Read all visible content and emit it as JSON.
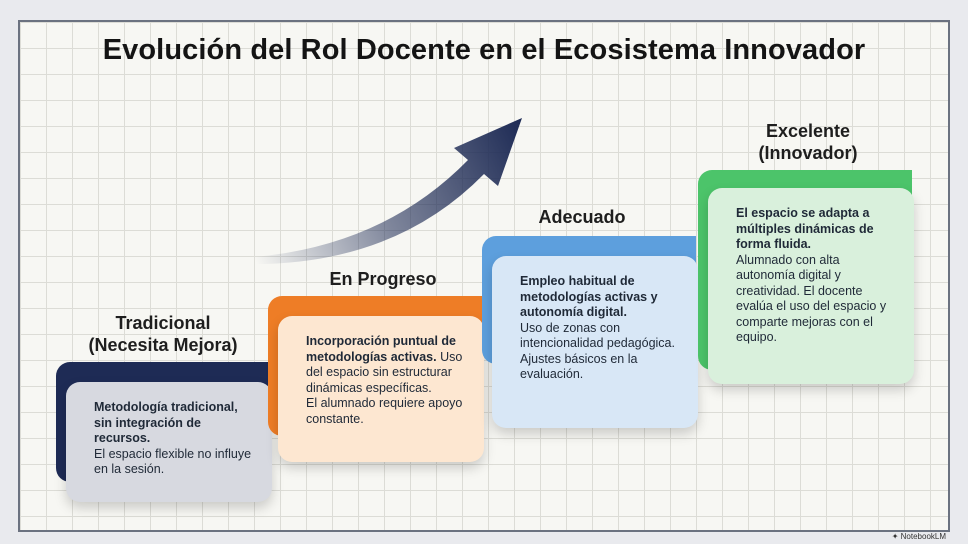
{
  "title": "Evolución del Rol Docente en el Ecosistema Innovador",
  "watermark": "NotebookLM",
  "colors": {
    "stage1": "#1e2b55",
    "stage2": "#ee7d26",
    "stage3": "#5d9fdd",
    "stage4": "#4cc46a",
    "arrow": "#1e2b55"
  },
  "stages": [
    {
      "title_line1": "Tradicional",
      "title_line2": "(Necesita Mejora)",
      "bold": "Metodología tradicional, sin integración de recursos.",
      "text": "El espacio flexible no influye en la sesión."
    },
    {
      "title_line1": "En Progreso",
      "bold": "Incorporación puntual de metodologías activas.",
      "text1": "Uso del espacio sin estructurar dinámicas específicas.",
      "text2": "El alumnado requiere apoyo constante."
    },
    {
      "title_line1": "Adecuado",
      "bold": "Empleo habitual de metodologías activas y autonomía digital.",
      "text1": "Uso de zonas con intencionalidad pedagógica.",
      "text2": "Ajustes básicos en la evaluación."
    },
    {
      "title_line1": "Excelente",
      "title_line2": "(Innovador)",
      "bold": "El espacio se adapta a múltiples dinámicas de forma fluida.",
      "text1": "Alumnado con alta autonomía digital y creatividad. El docente evalúa el uso del espacio y comparte mejoras con el equipo."
    }
  ]
}
